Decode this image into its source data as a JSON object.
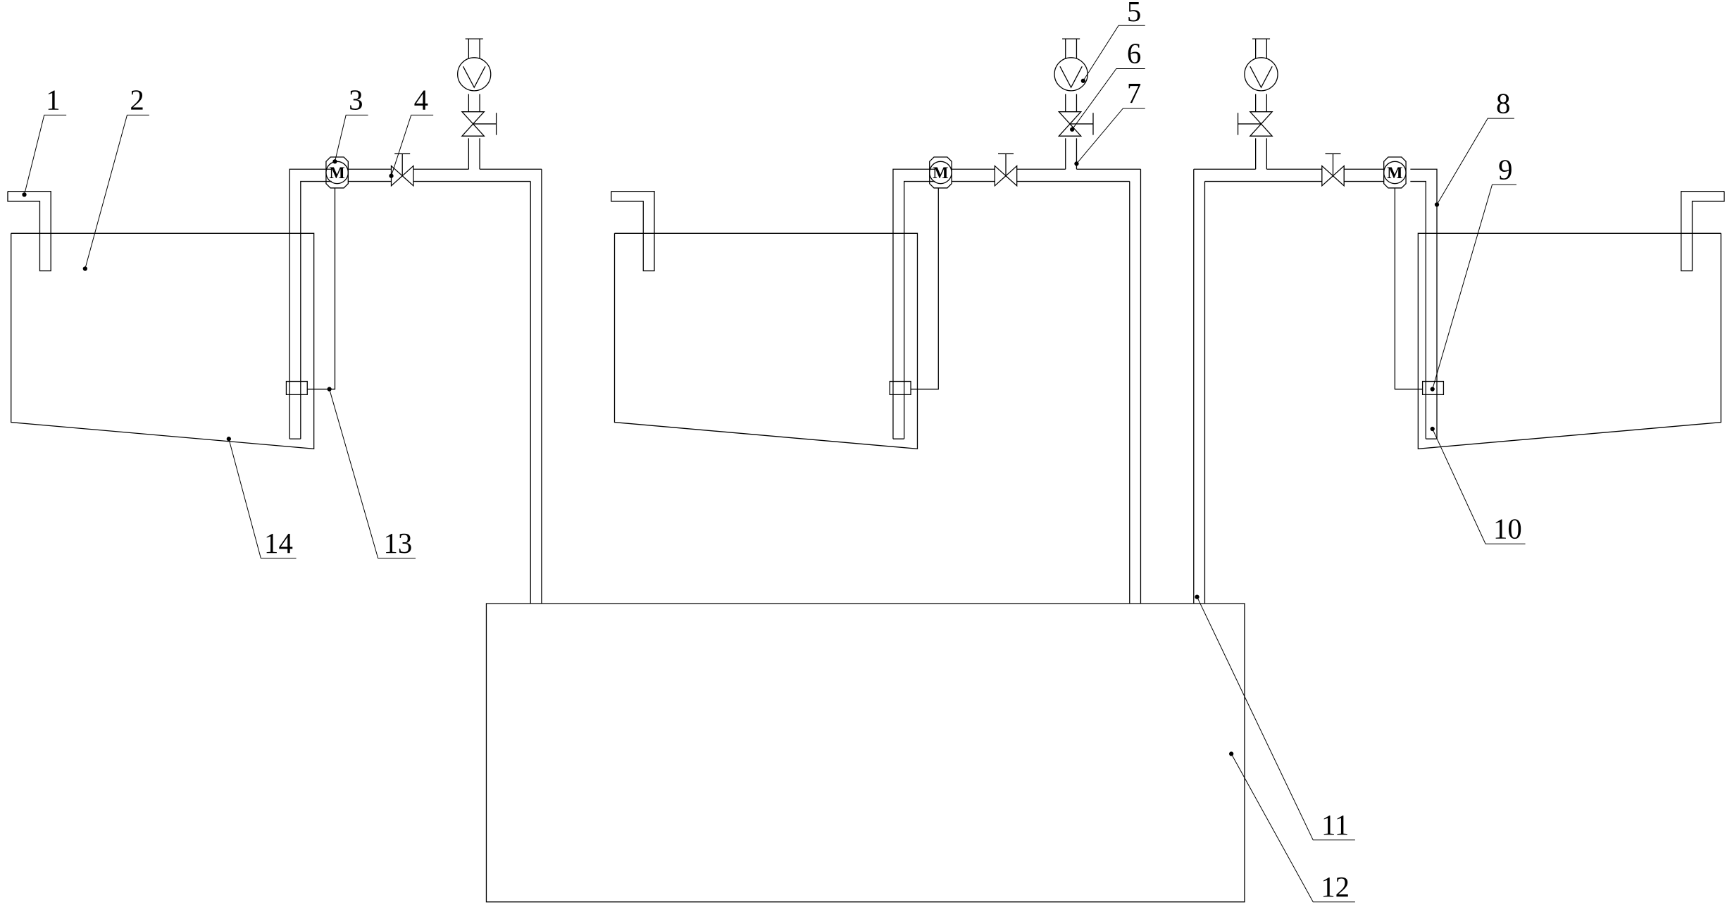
{
  "motor_symbol": "M",
  "callouts": [
    {
      "id": "1",
      "text": "1"
    },
    {
      "id": "2",
      "text": "2"
    },
    {
      "id": "3",
      "text": "3"
    },
    {
      "id": "4",
      "text": "4"
    },
    {
      "id": "5",
      "text": "5"
    },
    {
      "id": "6",
      "text": "6"
    },
    {
      "id": "7",
      "text": "7"
    },
    {
      "id": "8",
      "text": "8"
    },
    {
      "id": "9",
      "text": "9"
    },
    {
      "id": "10",
      "text": "10"
    },
    {
      "id": "11",
      "text": "11"
    },
    {
      "id": "12",
      "text": "12"
    },
    {
      "id": "13",
      "text": "13"
    },
    {
      "id": "14",
      "text": "14"
    }
  ],
  "colors": {
    "stroke": "#000000",
    "background": "#ffffff"
  }
}
